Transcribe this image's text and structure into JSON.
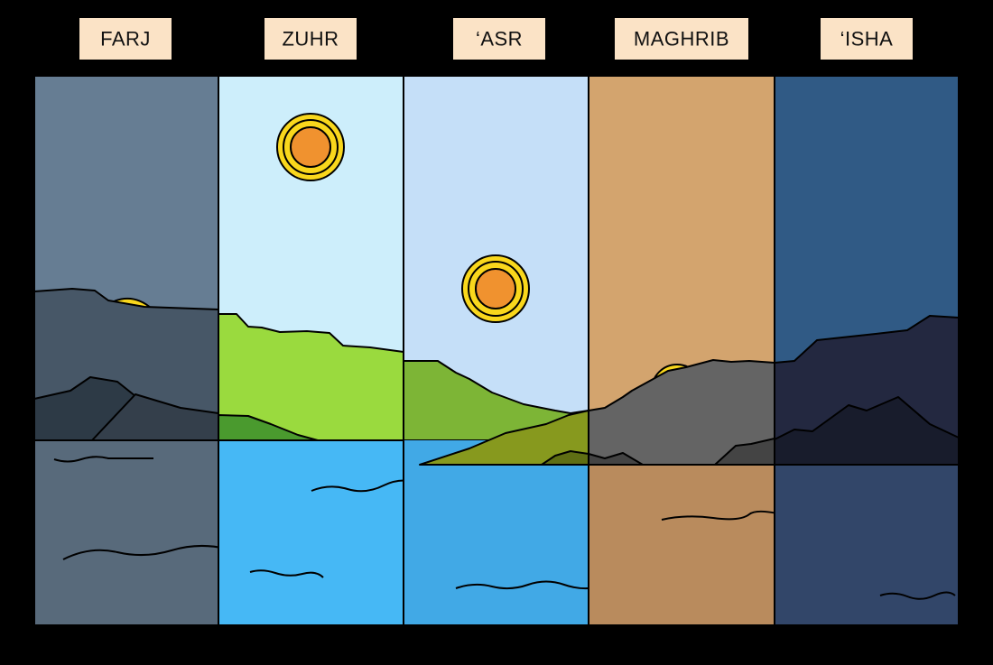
{
  "panels": [
    {
      "label": "FARJ",
      "colors": {
        "sky": "#667d93",
        "land": "#475767",
        "land_dark": "#2d3a46",
        "water": "#586a7b"
      }
    },
    {
      "label": "ZUHR",
      "colors": {
        "sky": "#cdeefb",
        "land": "#9ada3e",
        "land_dark": "#4a9a2e",
        "water": "#46b8f5"
      }
    },
    {
      "label": "‘ASR",
      "colors": {
        "sky": "#c5dff8",
        "land": "#7db536",
        "land_dark": "#87991e",
        "water": "#41a9e6"
      }
    },
    {
      "label": "MAGHRIB",
      "colors": {
        "sky": "#d3a46e",
        "land": "#646464",
        "land_dark": "#444444",
        "water": "#b98b5d"
      }
    },
    {
      "label": "‘ISHA",
      "colors": {
        "sky": "#305a85",
        "land": "#232840",
        "land_dark": "#181c2c",
        "water": "#324669"
      }
    }
  ],
  "colors": {
    "background": "#000000",
    "label_box": "#fbe3c6",
    "sun_outer": "#f9d71c",
    "sun_inner": "#f0922f"
  }
}
